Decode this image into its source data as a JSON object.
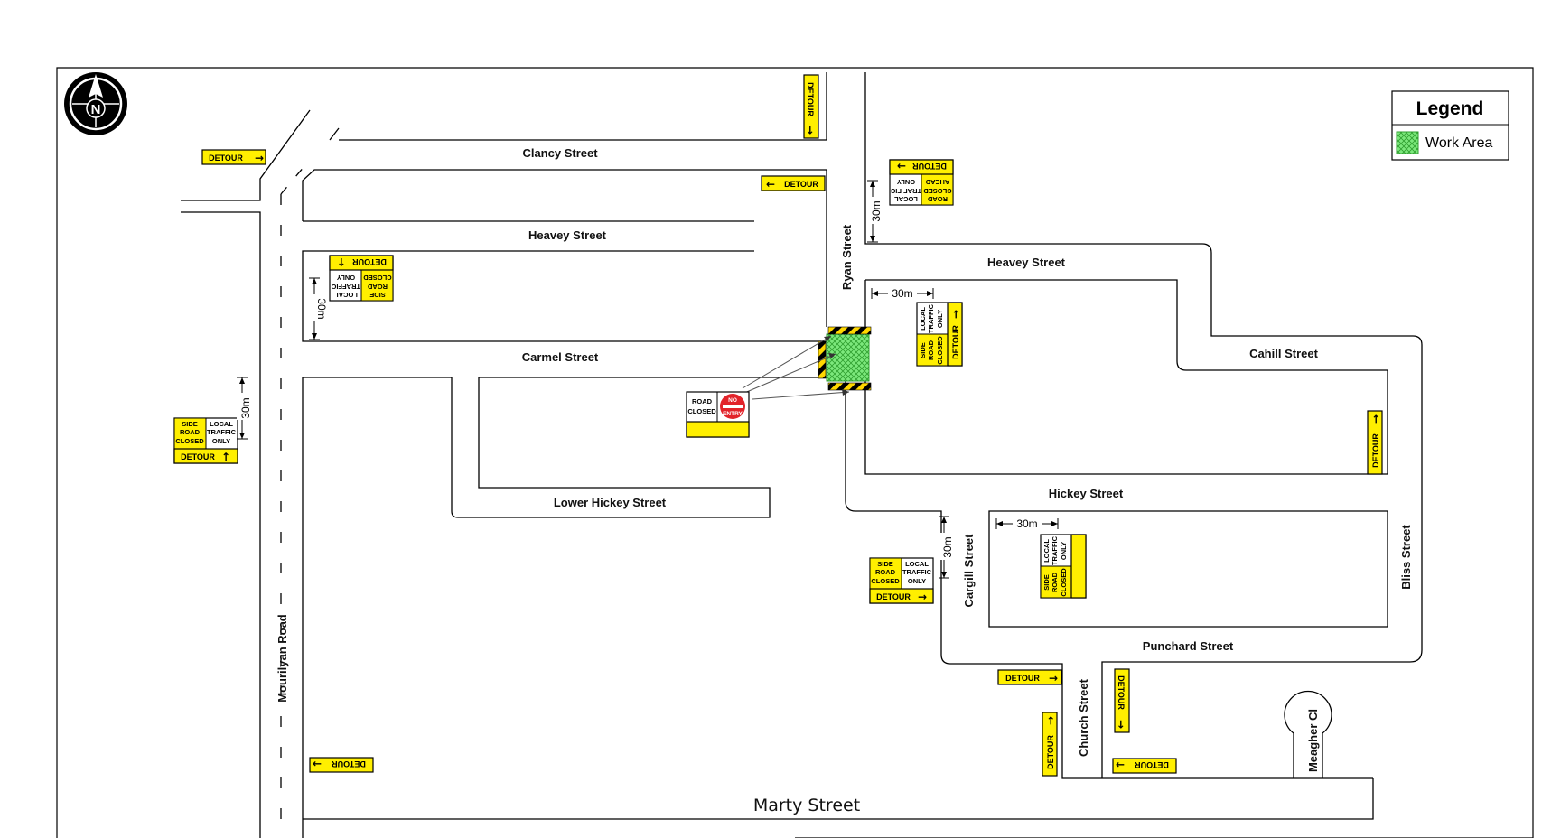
{
  "streets": {
    "clancy": "Clancy Street",
    "heavey_west": "Heavey Street",
    "heavey_east": "Heavey Street",
    "carmel": "Carmel Street",
    "lower_hickey": "Lower Hickey Street",
    "ryan": "Ryan Street",
    "cahill": "Cahill Street",
    "hickey": "Hickey Street",
    "cargill": "Cargill Street",
    "bliss": "Bliss Street",
    "punchard": "Punchard Street",
    "church": "Church Street",
    "meagher": "Meagher Cl",
    "mourilyan": "Mourilyan Road",
    "marty": "Marty Street"
  },
  "legend": {
    "title": "Legend",
    "work_area_label": "Work Area",
    "work_area_color": "#7ce87c"
  },
  "signs": {
    "detour": "DETOUR",
    "side": "SIDE",
    "road": "ROAD",
    "closed": "CLOSED",
    "ahead": "AHEAD",
    "local": "LOCAL",
    "traffic": "TRAFFIC",
    "traffic_split": "TRAF FIC",
    "only": "ONLY",
    "no": "NO",
    "entry": "ENTRY",
    "sign_color": "#ffef00",
    "no_entry_color": "#e2232a"
  },
  "distances": {
    "thirty_m": "30m"
  },
  "compass": {
    "letter": "N"
  }
}
